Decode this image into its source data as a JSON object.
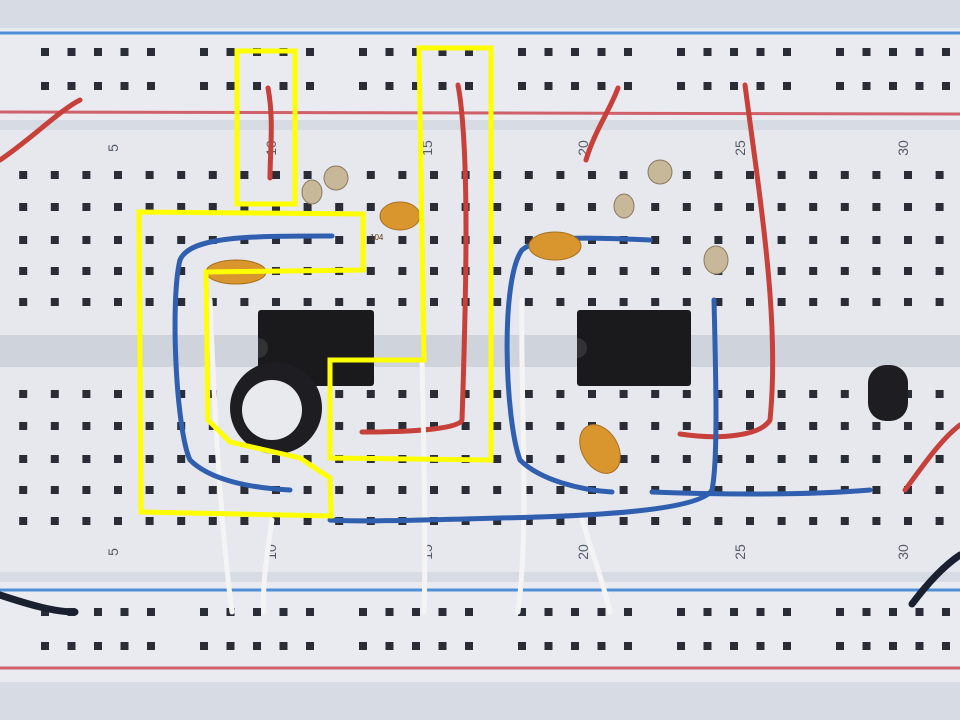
{
  "breadboard": {
    "top_column_numbers": [
      "5",
      "10",
      "15",
      "20",
      "25",
      "30"
    ],
    "bottom_column_numbers": [
      "5",
      "10",
      "15",
      "20",
      "25",
      "30"
    ],
    "capacitor_marking": "104"
  },
  "colors": {
    "board": "#e4e7ee",
    "rail_blue": "#4f8fd6",
    "rail_red": "#d0606a",
    "wire_red": "#c8403a",
    "wire_blue": "#2f5fae",
    "highlight": "#ffff00",
    "ic_body": "#1a1a1c",
    "capacitor": "#d9952e"
  }
}
